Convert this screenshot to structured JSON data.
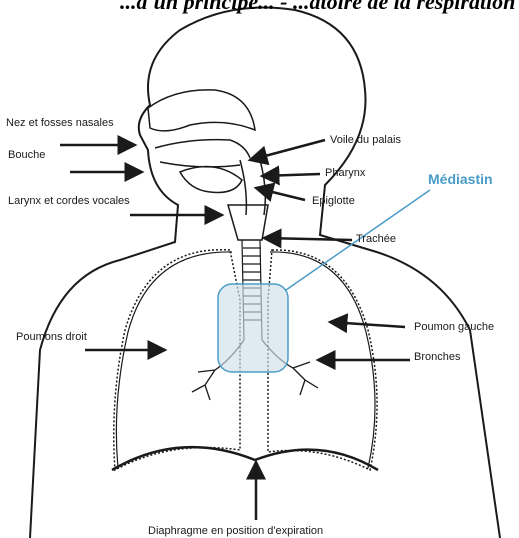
{
  "title": "...d'un principe... - ...atoire de la respiration",
  "labels": {
    "nez": "Nez et fosses nasales",
    "bouche": "Bouche",
    "larynx": "Larynx et cordes vocales",
    "poumons_droit": "Poumons droit",
    "voile": "Voile du palais",
    "pharynx": "Pharynx",
    "epiglotte": "Epiglotte",
    "mediastin": "Médiastin",
    "trachee": "Trachée",
    "poumon_gauche": "Poumon gauche",
    "bronches": "Bronches",
    "diaphragme": "Diaphragme en position d'expiration"
  },
  "colors": {
    "outline": "#1a1a1a",
    "mediastin_accent": "#4a9cc7",
    "mediastin_fill": "#cfe0ea"
  }
}
